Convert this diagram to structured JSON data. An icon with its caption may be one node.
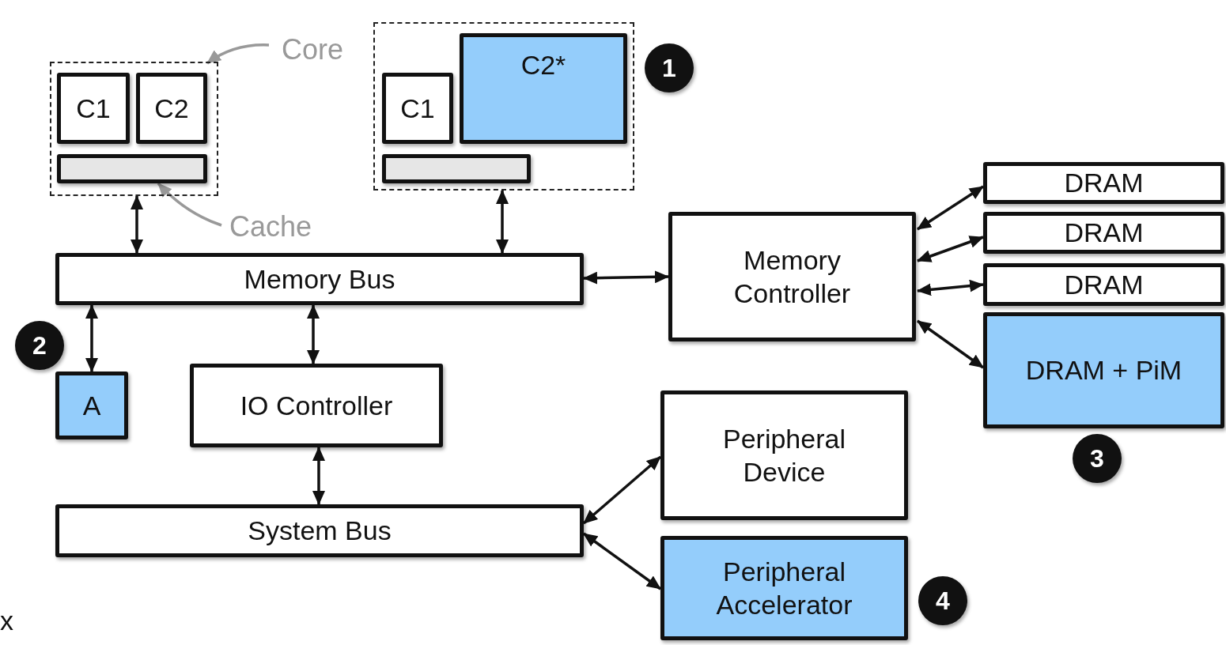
{
  "diagram": {
    "nodes": [
      {
        "text": [],
        "shape": "box"
      },
      {
        "text": [
          "C1"
        ],
        "in": 0
      },
      {
        "text": [
          "C2"
        ],
        "in": 0
      },
      {
        "text": [],
        "shape": "bar",
        "in": 0
      },
      {
        "text": [],
        "shape": "box"
      },
      {
        "text": [
          "C1"
        ],
        "in": 4
      },
      {
        "text": [
          "C2*"
        ],
        "in": 4
      },
      {
        "text": [],
        "shape": "bar",
        "in": 4
      },
      {
        "text": [
          "Core"
        ]
      },
      {
        "text": [
          "Cache"
        ]
      },
      {
        "text": [
          "Memory Bus"
        ]
      },
      {
        "text": [
          "Memory Controller"
        ]
      },
      {
        "text": [
          "DRAM"
        ]
      },
      {
        "text": [
          "DRAM"
        ]
      },
      {
        "text": [
          "DRAM"
        ]
      },
      {
        "text": [
          "DRAM + PiM"
        ]
      },
      {
        "text": [
          "A"
        ]
      },
      {
        "text": [
          "IO Controller"
        ]
      },
      {
        "text": [
          "System Bus"
        ]
      },
      {
        "text": [
          "Peripheral Device"
        ]
      },
      {
        "text": [
          "Peripheral Accelerator"
        ]
      }
    ],
    "edges": [
      {
        "from": 8,
        "to": 0,
        "arrow": "to",
        "color": "#999999"
      },
      {
        "from": 9,
        "to": 3,
        "arrow": "to",
        "color": "#999999"
      },
      {
        "from": 0,
        "to": 10,
        "arrow": "both"
      },
      {
        "from": 4,
        "to": 10,
        "arrow": "both"
      },
      {
        "from": 10,
        "to": 11,
        "arrow": "both"
      },
      {
        "from": 11,
        "to": 12,
        "arrow": "both"
      },
      {
        "from": 11,
        "to": 13,
        "arrow": "both"
      },
      {
        "from": 11,
        "to": 14,
        "arrow": "both"
      },
      {
        "from": 11,
        "to": 15,
        "arrow": "both"
      },
      {
        "from": 10,
        "to": 16,
        "arrow": "both"
      },
      {
        "from": 10,
        "to": 17,
        "arrow": "both"
      },
      {
        "from": 17,
        "to": 18,
        "arrow": "both"
      },
      {
        "from": 18,
        "to": 19,
        "arrow": "both"
      },
      {
        "from": 18,
        "to": 20,
        "arrow": "both"
      }
    ],
    "labels": [
      "1",
      "2",
      "3",
      "4",
      "x"
    ]
  }
}
